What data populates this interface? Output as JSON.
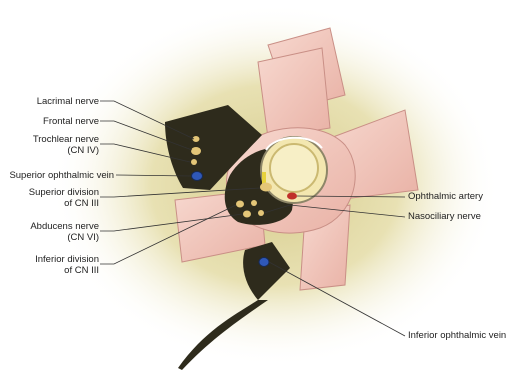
{
  "labels": {
    "lacrimal_nerve": "Lacrimal nerve",
    "frontal_nerve": "Frontal nerve",
    "trochlear_nerve_1": "Trochlear nerve",
    "trochlear_nerve_2": "(CN IV)",
    "superior_ophthalmic_vein": "Superior ophthalmic vein",
    "superior_division_1": "Superior division",
    "superior_division_2": "of CN III",
    "abducens_nerve_1": "Abducens nerve",
    "abducens_nerve_2": "(CN VI)",
    "inferior_division_1": "Inferior division",
    "inferior_division_2": "of CN III",
    "ophthalmic_artery": "Ophthalmic artery",
    "nasociliary_nerve": "Nasociliary nerve",
    "inferior_ophthalmic_vein": "Inferior ophthalmic vein"
  },
  "colors": {
    "background_glow": "#e9e3b6",
    "muscle": "#f2c8bd",
    "muscle_stroke": "#c98f86",
    "dark_tissue": "#2e2b1c",
    "nerve": "#e4c678",
    "vein": "#2f58b8",
    "optic_nerve_sheath": "#f4e2a0",
    "artery": "#c0302a",
    "leader_line": "#333333"
  }
}
